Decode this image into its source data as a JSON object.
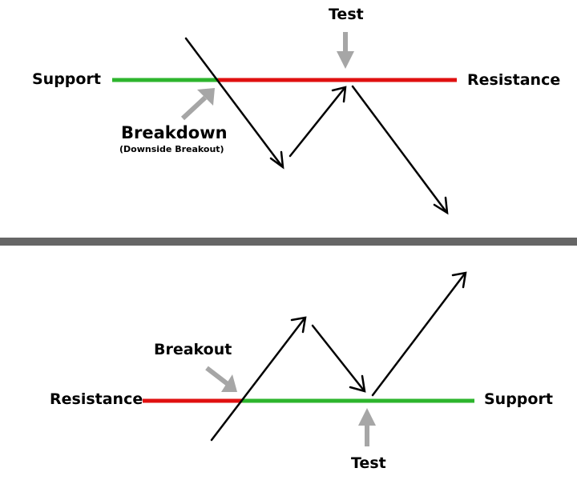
{
  "top_panel": {
    "left_label": "Support",
    "right_label": "Resistance",
    "test_label": "Test",
    "breakdown_label": "Breakdown",
    "breakdown_sublabel": "(Downside Breakout)"
  },
  "bottom_panel": {
    "left_label": "Resistance",
    "right_label": "Support",
    "breakout_label": "Breakout",
    "test_label": "Test"
  },
  "colors": {
    "support": "#2db52d",
    "resistance": "#e01010",
    "divider": "#666666",
    "pointer": "#a6a6a6",
    "price_path": "#000000"
  }
}
